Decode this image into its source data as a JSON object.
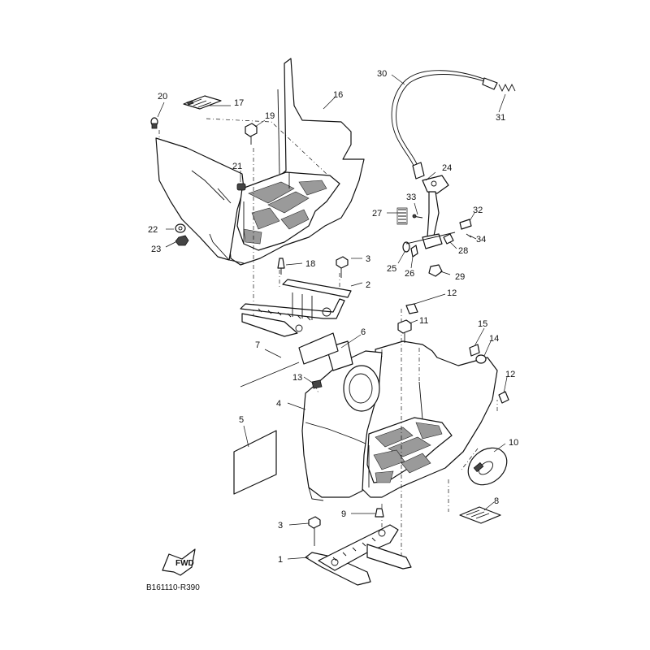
{
  "diagram_code": "B161110-R390",
  "fwd_badge": "FWD",
  "callouts": [
    "1",
    "2",
    "3",
    "3",
    "4",
    "5",
    "6",
    "7",
    "8",
    "9",
    "10",
    "11",
    "12",
    "12",
    "13",
    "14",
    "15",
    "16",
    "17",
    "18",
    "19",
    "20",
    "21",
    "22",
    "23",
    "24",
    "25",
    "26",
    "27",
    "28",
    "29",
    "30",
    "31",
    "32",
    "33",
    "34"
  ]
}
